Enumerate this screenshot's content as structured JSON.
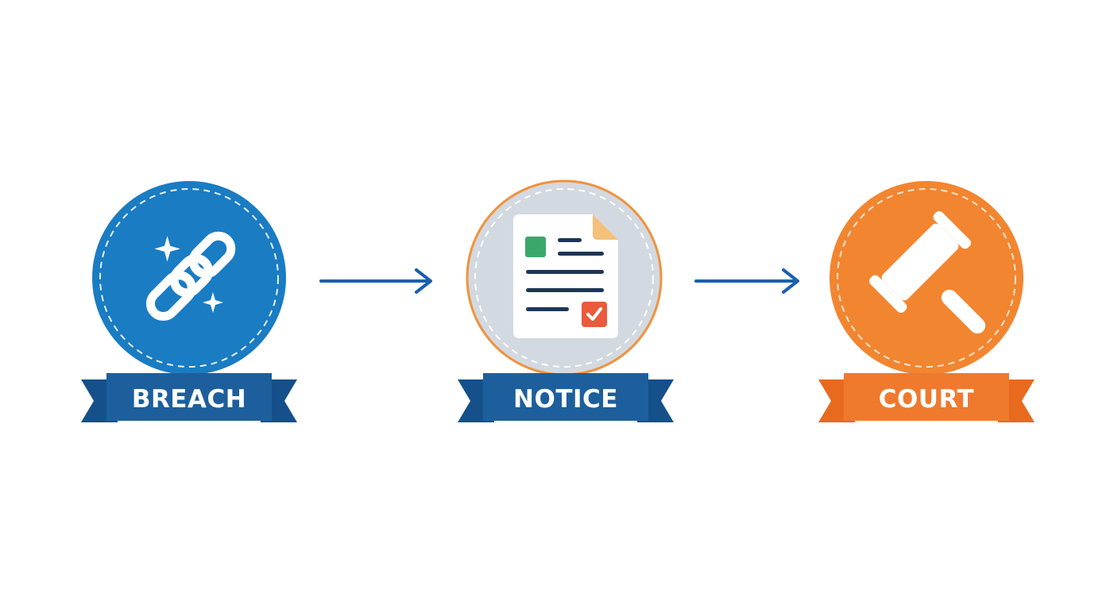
{
  "colors": {
    "breach_blue": "#1a7cc3",
    "ribbon_blue": "#1d5f9c",
    "notice_gray": "#d3d9e0",
    "notice_ring": "#f0923e",
    "court_orange": "#f28530",
    "ribbon_orange": "#ef7a2e",
    "arrow_blue": "#1b5fb0"
  },
  "steps": [
    {
      "label": "BREACH",
      "icon": "broken-chain-icon"
    },
    {
      "label": "NOTICE",
      "icon": "document-checklist-icon"
    },
    {
      "label": "COURT",
      "icon": "gavel-icon"
    }
  ],
  "connectors": [
    {
      "icon": "arrow-right-icon"
    },
    {
      "icon": "arrow-right-icon"
    }
  ]
}
